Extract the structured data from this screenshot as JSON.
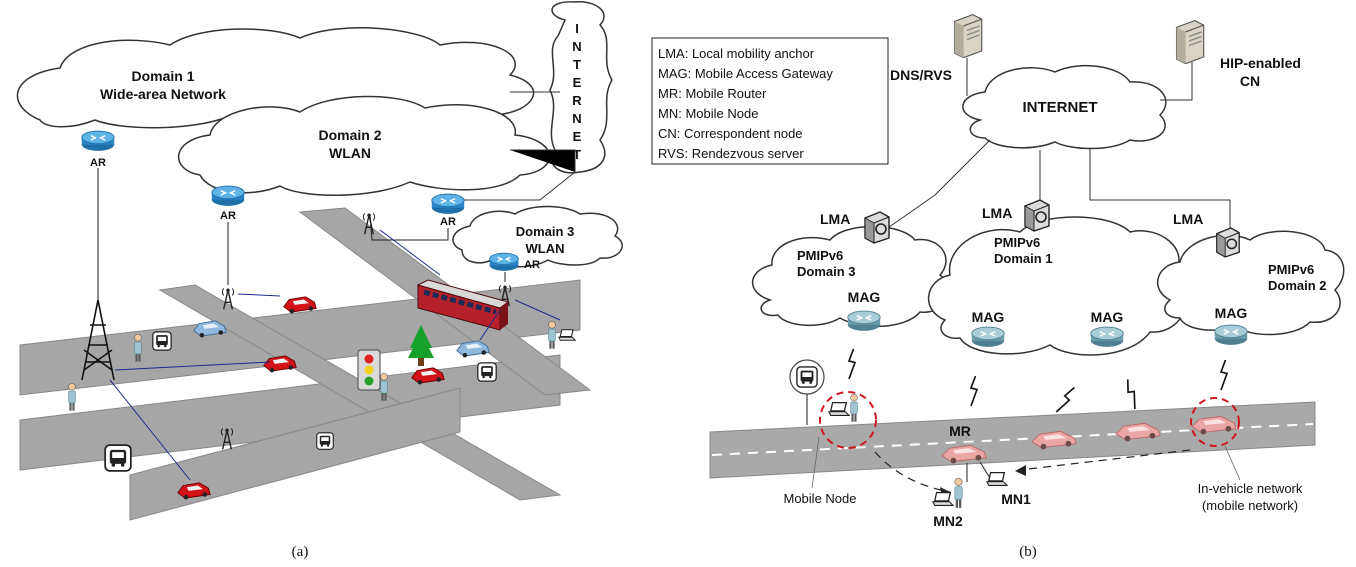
{
  "panel_a": {
    "caption": "(a)",
    "domain1": {
      "title": "Domain 1",
      "subtitle": "Wide-area Network"
    },
    "domain2": {
      "title": "Domain 2",
      "subtitle": "WLAN"
    },
    "domain3": {
      "title": "Domain 3",
      "subtitle": "WLAN"
    },
    "internet_letters": [
      "I",
      "N",
      "T",
      "E",
      "R",
      "N",
      "E",
      "T"
    ],
    "router_label": "AR"
  },
  "panel_b": {
    "caption": "(b)",
    "legend": [
      "LMA:  Local mobility anchor",
      "MAG: Mobile Access Gateway",
      "MR:   Mobile Router",
      "MN:   Mobile Node",
      "CN:   Correspondent node",
      "RVS: Rendezvous server"
    ],
    "dns_label": "DNS/RVS",
    "cn_label_1": "HIP-enabled",
    "cn_label_2": "CN",
    "internet": "INTERNET",
    "lma": "LMA",
    "mag": "MAG",
    "pmip_domain3": [
      "PMIPv6",
      "Domain 3"
    ],
    "pmip_domain1": [
      "PMIPv6",
      "Domain 1"
    ],
    "pmip_domain2": [
      "PMIPv6",
      "Domain 2"
    ],
    "mr": "MR",
    "mn1": "MN1",
    "mn2": "MN2",
    "mobile_node": "Mobile Node",
    "invehicle_1": "In-vehicle network",
    "invehicle_2": "(mobile network)"
  }
}
